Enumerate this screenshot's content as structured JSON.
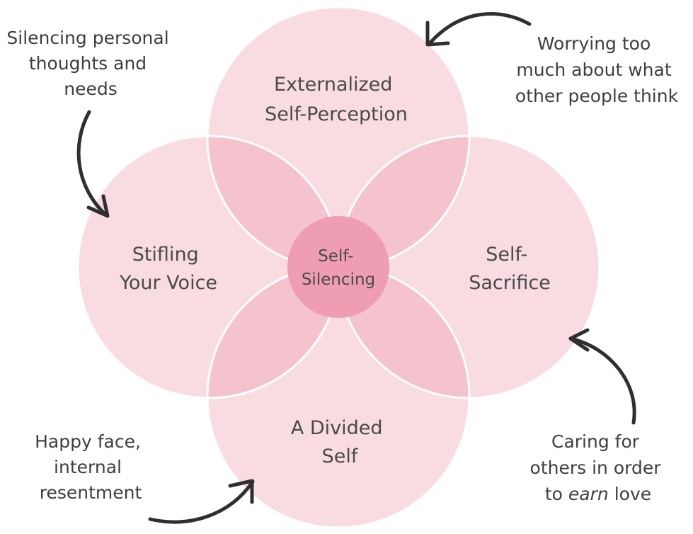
{
  "circles": {
    "top": {
      "label": "Externalized Self-Perception",
      "lines": [
        "Externalized",
        "Self-Perception"
      ]
    },
    "left": {
      "label": "Stifling Your Voice",
      "lines": [
        "Stifling",
        "Your Voice"
      ]
    },
    "right": {
      "label": "Self-Sacrifice",
      "lines": [
        "Self-",
        "Sacrifice"
      ]
    },
    "bottom": {
      "label": "A Divided Self",
      "lines": [
        "A Divided",
        "Self"
      ]
    },
    "center": {
      "label": "Self-Silencing",
      "lines": [
        "Self-",
        "Silencing"
      ]
    }
  },
  "annotations": {
    "top_left": {
      "lines": [
        "Silencing personal",
        "thoughts and",
        "needs"
      ]
    },
    "top_right": {
      "lines": [
        "Worrying too",
        "much about what",
        "other people think"
      ]
    },
    "bottom_left": {
      "lines": [
        "Happy face,",
        "internal",
        "resentment"
      ]
    },
    "bottom_right": {
      "lines": [
        "Caring for",
        "others in order",
        "to",
        "earn",
        "love"
      ]
    }
  },
  "colors": {
    "circle_fill": "#f9dbe2",
    "overlap_fill": "#f4c3cf",
    "center_fill": "#ef9db2",
    "outline": "#ffffff",
    "text": "#4a4a4a",
    "arrow": "#2f2f2f"
  }
}
